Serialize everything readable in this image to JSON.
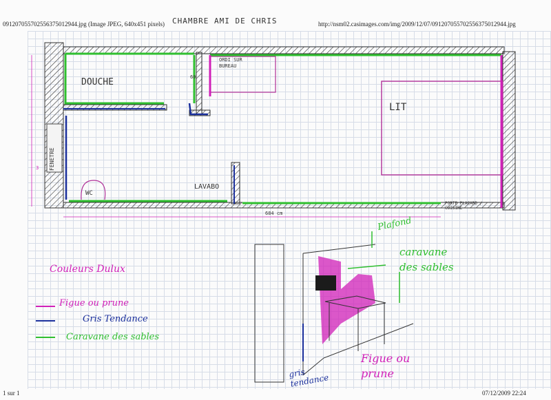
{
  "header": {
    "filename": "091207055702556375012944.jpg (Image JPEG, 640x451 pixels)",
    "handwritten_title": "CHAMBRE AMI DE CHRIS",
    "url": "http://nsm02.casimages.com/img/2009/12/07/091207055702556375012944.jpg"
  },
  "footer": {
    "page": "1 sur 1",
    "datetime": "07/12/2009 22:24"
  },
  "plan_labels": {
    "shower": "DOUCHE",
    "desk": "ORDI SUR BUREAU",
    "bed": "LIT",
    "window": "FENETRE",
    "wc": "WC",
    "washbasin": "LAVABO",
    "dimension": "684 cm",
    "wall_left_dim": "3",
    "desk_dim": "60",
    "kitchen": "PORTE PLACARD / CUISINE"
  },
  "legend": {
    "title": "Couleurs Dulux",
    "items": [
      {
        "label": "Figue ou prune",
        "color": "#d020b8"
      },
      {
        "label": "Gris Tendance",
        "color": "#1a2f9c"
      },
      {
        "label": "Caravane des sables",
        "color": "#2fbf2f"
      }
    ]
  },
  "sketch_labels": {
    "ceiling": "Plafond",
    "caravane": "caravane des sables",
    "figue": "Figue ou prune",
    "gris": "gris tendance"
  },
  "colors": {
    "figue": "#d020b8",
    "gris": "#1a2f9c",
    "caravane": "#2fbf2f",
    "ink": "#2a1a3a"
  }
}
